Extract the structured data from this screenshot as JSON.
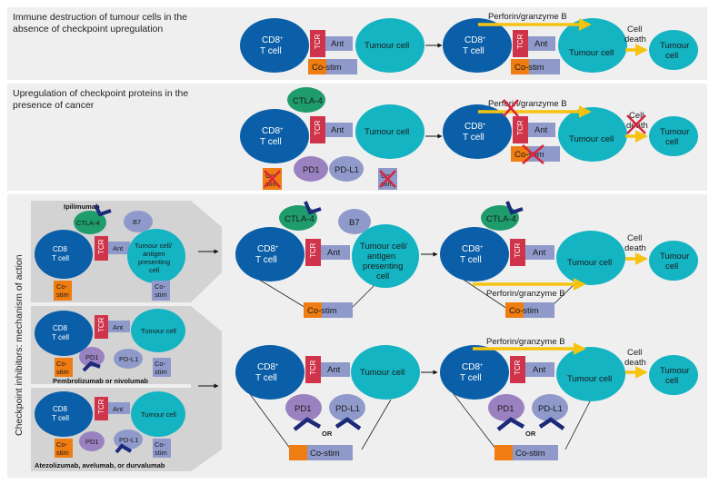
{
  "panels": {
    "p1_title_1": "Immune destruction of tumour cells in the",
    "p1_title_2": "absence of checkpoint upregulation",
    "p2_title_1": "Upregulation of checkpoint proteins in the",
    "p2_title_2": "presence of cancer",
    "p3_side_label": "Checkpoint inhibitors: mechanism of action"
  },
  "labels": {
    "cd8": "CD8",
    "cd8_sup": "+",
    "tcell": "T cell",
    "tcr": "TCR",
    "ant": "Ant",
    "costim": "Co-stim",
    "co": "Co-",
    "stim": "stim",
    "tumour_cell": "Tumour cell",
    "tumour_cell_slash": "Tumour cell/",
    "antigen": "antigen",
    "presenting": "presenting",
    "cell": "cell",
    "tumour": "Tumour",
    "perforin": "Perforin/granzyme B",
    "cell_word": "Cell",
    "death_word": "death",
    "ctla4": "CTLA-4",
    "pd1": "PD1",
    "pdl1": "PD-L1",
    "b7": "B7",
    "or": "OR"
  },
  "drugs": {
    "ipilimumab": "Ipilimumab",
    "pembro": "Pembrolizumab or nivolumab",
    "atezo": "Atezolizumab, avelumab, or durvalumab"
  },
  "colors": {
    "cd8": "#0b5fa8",
    "tumour": "#14b4c2",
    "tcr": "#d0344a",
    "ant": "#8f9acb",
    "costim": "#f07d12",
    "ctla4": "#1f9c6c",
    "pd1": "#9a82c0",
    "pdl1": "#8f9acb",
    "antibody": "#1b2a7a",
    "arrow_yellow": "#f6c310",
    "cross": "#d7263d"
  }
}
